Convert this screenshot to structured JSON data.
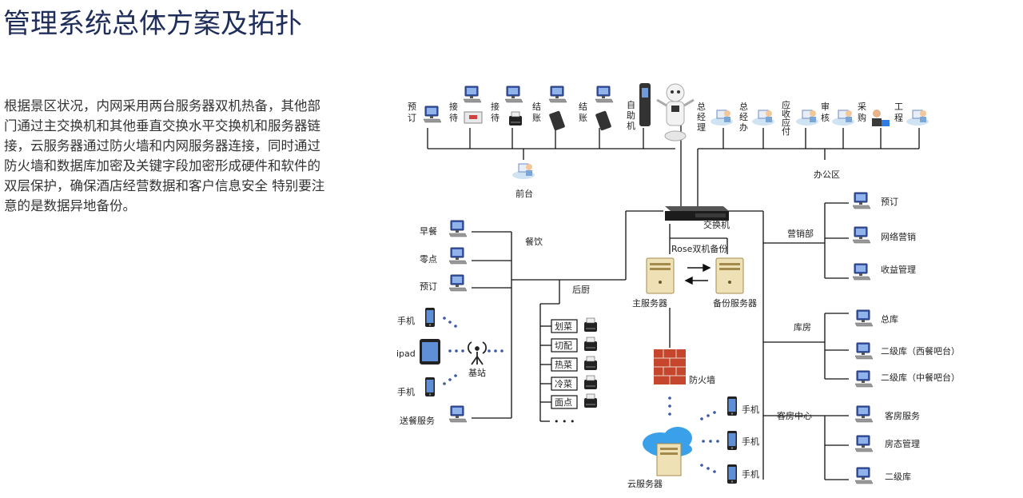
{
  "title": "管理系统总体方案及拓扑",
  "description": "根据景区状况，内网采用两台服务器双机热备，其他部门通过主交换机和其他垂直交换水平交换机和服务器链接，云服务器通过防火墙和内网服务器连接，同时通过防火墙和数据库加密及关键字段加密形成硬件和软件的双层保护，确保酒店经营数据和客户信息安全    特别要注意的是数据异地备份。",
  "diagram": {
    "switch": "交换机",
    "rose_backup": "Rose双机备份",
    "main_server": "主服务器",
    "backup_server": "备份服务器",
    "firewall": "防火墙",
    "cloud_server": "云服务器",
    "front_desk": "前台",
    "office_area": "办公区",
    "top_left_nodes": [
      "预订",
      "接待",
      "接待",
      "结账",
      "结账",
      "自助机"
    ],
    "top_right_nodes": [
      "总经理",
      "总经办",
      "应收应付",
      "审核",
      "采购",
      "工程"
    ],
    "catering": "餐饮",
    "catering_nodes": [
      "早餐",
      "零点",
      "预订"
    ],
    "mobile_nodes": [
      "手机",
      "ipad",
      "手机"
    ],
    "base_station": "基站",
    "delivery": "送餐服务",
    "kitchen": "后厨",
    "kitchen_nodes": [
      "划菜",
      "切配",
      "热菜",
      "冷菜",
      "面点"
    ],
    "more": "• • •",
    "marketing": "营销部",
    "marketing_nodes": [
      "预订",
      "网络营销",
      "收益管理"
    ],
    "warehouse": "库房",
    "warehouse_nodes": [
      "总库",
      "二级库（西餐吧台）",
      "二级库（中餐吧台）"
    ],
    "guest_center": "客房中心",
    "guest_nodes": [
      "客房服务",
      "房态管理",
      "二级库"
    ],
    "cloud_phones": [
      "手机",
      "手机",
      "手机"
    ]
  },
  "colors": {
    "title": "#1f2d5a",
    "monitor": "#3a57a8",
    "line": "#111111"
  }
}
